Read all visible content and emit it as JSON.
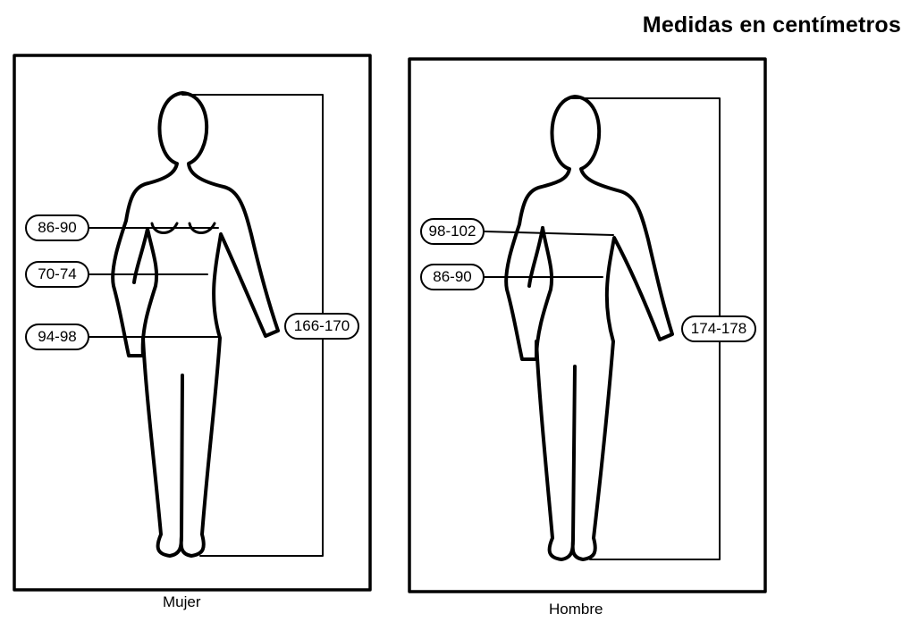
{
  "header": {
    "title": "Medidas en centímetros"
  },
  "woman": {
    "caption": "Mujer",
    "bust": "86-90",
    "waist": "70-74",
    "hips": "94-98",
    "height": "166-170"
  },
  "man": {
    "caption": "Hombre",
    "chest": "98-102",
    "waist": "86-90",
    "height": "174-178"
  }
}
